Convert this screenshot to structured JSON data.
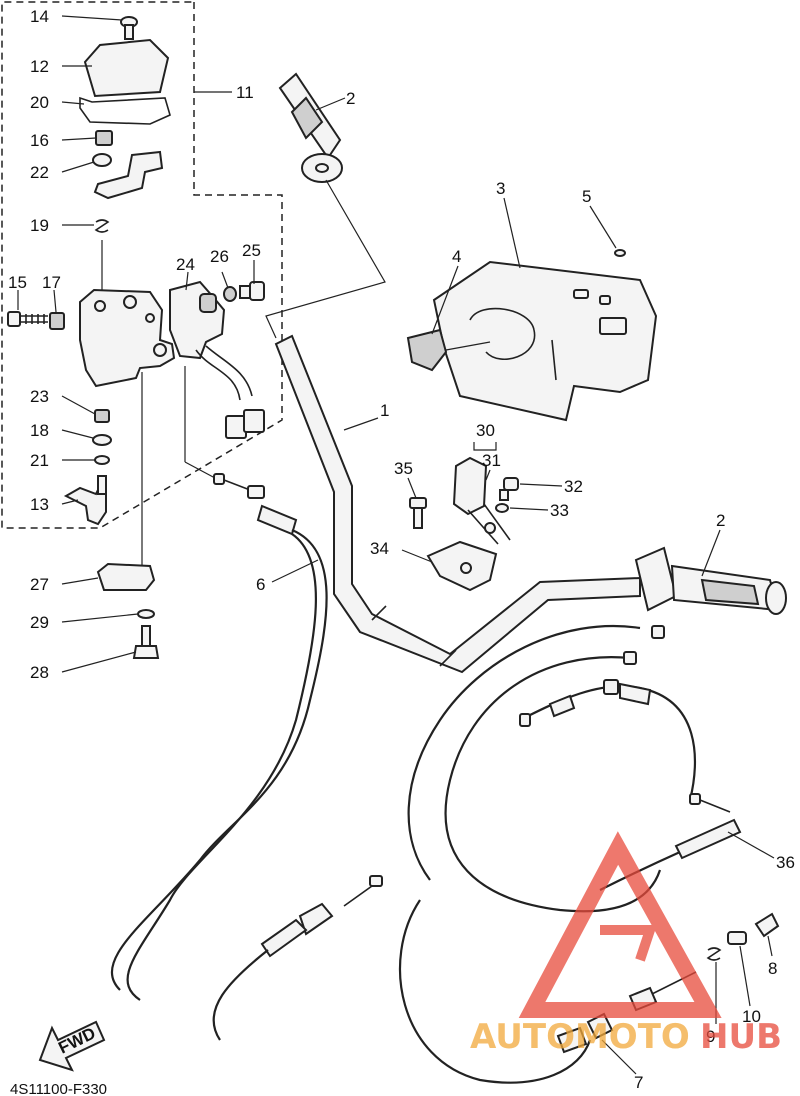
{
  "diagram": {
    "drawing_code": "4S11100-F330",
    "fwd_label": "FWD",
    "watermark": {
      "brand_part1": "AUTOMOTO",
      "brand_part2": "HUB",
      "color_primary": "#e84b3c",
      "color_secondary": "#f2a93b"
    },
    "callouts": [
      {
        "id": "c14",
        "text": "14"
      },
      {
        "id": "c12",
        "text": "12"
      },
      {
        "id": "c20",
        "text": "20"
      },
      {
        "id": "c16",
        "text": "16"
      },
      {
        "id": "c22",
        "text": "22"
      },
      {
        "id": "c19",
        "text": "19"
      },
      {
        "id": "c15",
        "text": "15"
      },
      {
        "id": "c17",
        "text": "17"
      },
      {
        "id": "c23",
        "text": "23"
      },
      {
        "id": "c18",
        "text": "18"
      },
      {
        "id": "c21",
        "text": "21"
      },
      {
        "id": "c13",
        "text": "13"
      },
      {
        "id": "c27",
        "text": "27"
      },
      {
        "id": "c29",
        "text": "29"
      },
      {
        "id": "c28",
        "text": "28"
      },
      {
        "id": "c11",
        "text": "11"
      },
      {
        "id": "c2a",
        "text": "2"
      },
      {
        "id": "c24",
        "text": "24"
      },
      {
        "id": "c26",
        "text": "26"
      },
      {
        "id": "c25",
        "text": "25"
      },
      {
        "id": "c3",
        "text": "3"
      },
      {
        "id": "c5",
        "text": "5"
      },
      {
        "id": "c4",
        "text": "4"
      },
      {
        "id": "c1",
        "text": "1"
      },
      {
        "id": "c30",
        "text": "30"
      },
      {
        "id": "c31",
        "text": "31"
      },
      {
        "id": "c35",
        "text": "35"
      },
      {
        "id": "c32",
        "text": "32"
      },
      {
        "id": "c33",
        "text": "33"
      },
      {
        "id": "c34",
        "text": "34"
      },
      {
        "id": "c2b",
        "text": "2"
      },
      {
        "id": "c6",
        "text": "6"
      },
      {
        "id": "c36",
        "text": "36"
      },
      {
        "id": "c8",
        "text": "8"
      },
      {
        "id": "c10",
        "text": "10"
      },
      {
        "id": "c9",
        "text": "9"
      },
      {
        "id": "c7",
        "text": "7"
      }
    ]
  }
}
